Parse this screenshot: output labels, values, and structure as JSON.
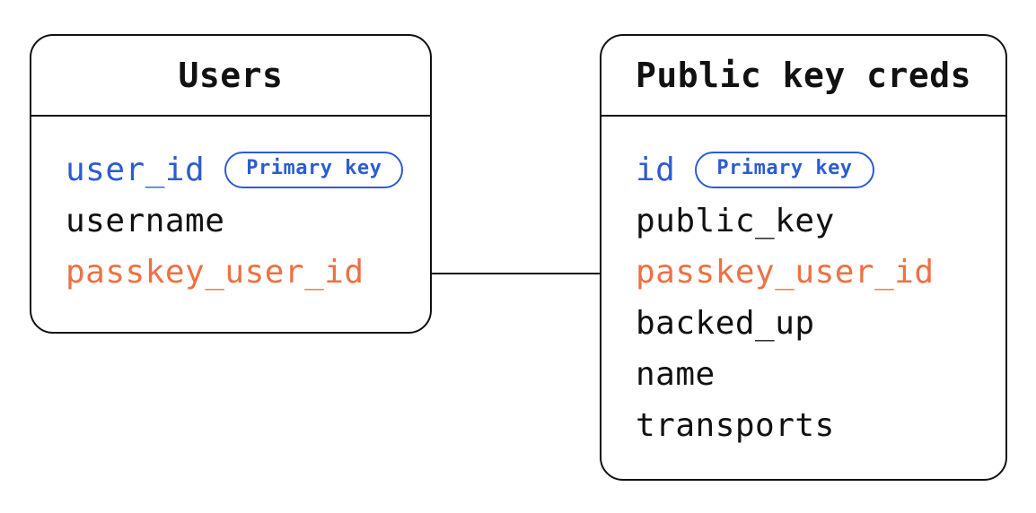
{
  "diagram": {
    "type": "entity-relationship",
    "colors": {
      "primary_blue": "#2d5cd0",
      "accent_orange": "#ed7144",
      "text": "#111111",
      "border": "#111111",
      "background": "#ffffff"
    },
    "tables": [
      {
        "title": "Users",
        "fields": [
          {
            "name": "user_id",
            "color": "blue",
            "badge": "Primary key"
          },
          {
            "name": "username",
            "color": "black"
          },
          {
            "name": "passkey_user_id",
            "color": "orange"
          }
        ]
      },
      {
        "title": "Public key creds",
        "fields": [
          {
            "name": "id",
            "color": "blue",
            "badge": "Primary key"
          },
          {
            "name": "public_key",
            "color": "black"
          },
          {
            "name": "passkey_user_id",
            "color": "orange"
          },
          {
            "name": "backed_up",
            "color": "black"
          },
          {
            "name": "name",
            "color": "black"
          },
          {
            "name": "transports",
            "color": "black"
          }
        ]
      }
    ],
    "relationship": {
      "from_table": "Users",
      "from_field": "passkey_user_id",
      "to_table": "Public key creds",
      "to_field": "passkey_user_id",
      "style": "straight-horizontal-line"
    }
  }
}
